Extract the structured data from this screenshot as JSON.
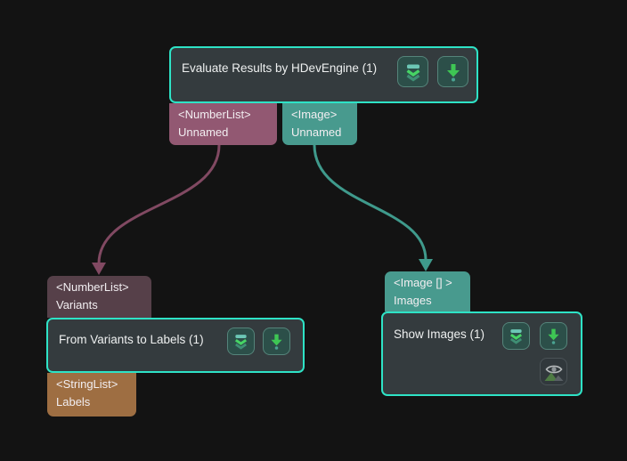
{
  "colors": {
    "canvas_bg": "#131313",
    "node_bg": "#343b3e",
    "node_border": "#2ee3c6",
    "button_bg": "#2c4f49",
    "button_border": "#55847a",
    "port_numberlist_out": "#925872",
    "port_image": "#489a8e",
    "port_numberlist_in": "#564049",
    "port_stringlist": "#9e6e42",
    "connection_numberlist": "#814962",
    "connection_image": "#3f9a8c",
    "icon_arrow_green": "#3ec654",
    "icon_bar_teal": "#6cc7b5",
    "icon_chevron_green": "#46d465",
    "icon_chevron_dim": "#3f8f74",
    "icon_dot_teal": "#4aa392"
  },
  "nodes": {
    "evaluate": {
      "title": "Evaluate Results by HDevEngine (1)"
    },
    "from_variants": {
      "title": "From Variants to Labels (1)"
    },
    "show_images": {
      "title": "Show Images (1)"
    }
  },
  "ports": {
    "evaluate_out_numberlist": {
      "type": "<NumberList>",
      "name": "Unnamed"
    },
    "evaluate_out_image": {
      "type": "<Image>",
      "name": "Unnamed"
    },
    "from_variants_in_numberlist": {
      "type": "<NumberList>",
      "name": "Variants"
    },
    "from_variants_out_stringlist": {
      "type": "<StringList>",
      "name": "Labels"
    },
    "show_images_in_image": {
      "type": "<Image [] >",
      "name": "Images"
    }
  },
  "icons": {
    "collapse": "collapse-double-chevron-icon",
    "run": "run-down-arrow-icon",
    "preview": "image-preview-eye-icon"
  }
}
